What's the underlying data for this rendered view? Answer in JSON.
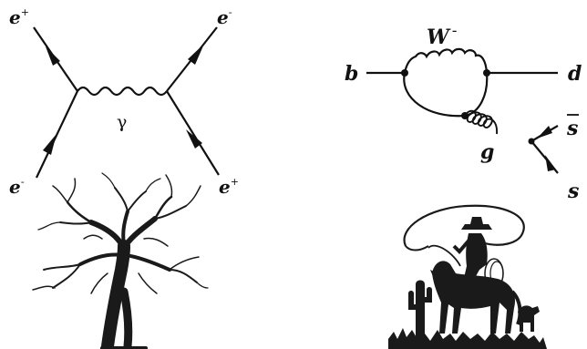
{
  "diagram1": {
    "labels": {
      "top_left": {
        "base": "e",
        "sup": "+"
      },
      "top_right": {
        "base": "e",
        "sup": "-"
      },
      "bottom_left": {
        "base": "e",
        "sup": "-"
      },
      "bottom_right": {
        "base": "e",
        "sup": "+"
      },
      "boson": "γ"
    }
  },
  "diagram2": {
    "labels": {
      "incoming": "b",
      "outgoing": "d",
      "loop_boson": {
        "base": "W",
        "sup": "-"
      },
      "gluon": "g",
      "antiquark": "s",
      "quark": "s"
    }
  },
  "colors": {
    "ink": "#111111",
    "background": "#ffffff"
  },
  "icons": [
    "tree-silhouette-icon",
    "cowboy-lasso-silhouette-icon"
  ]
}
